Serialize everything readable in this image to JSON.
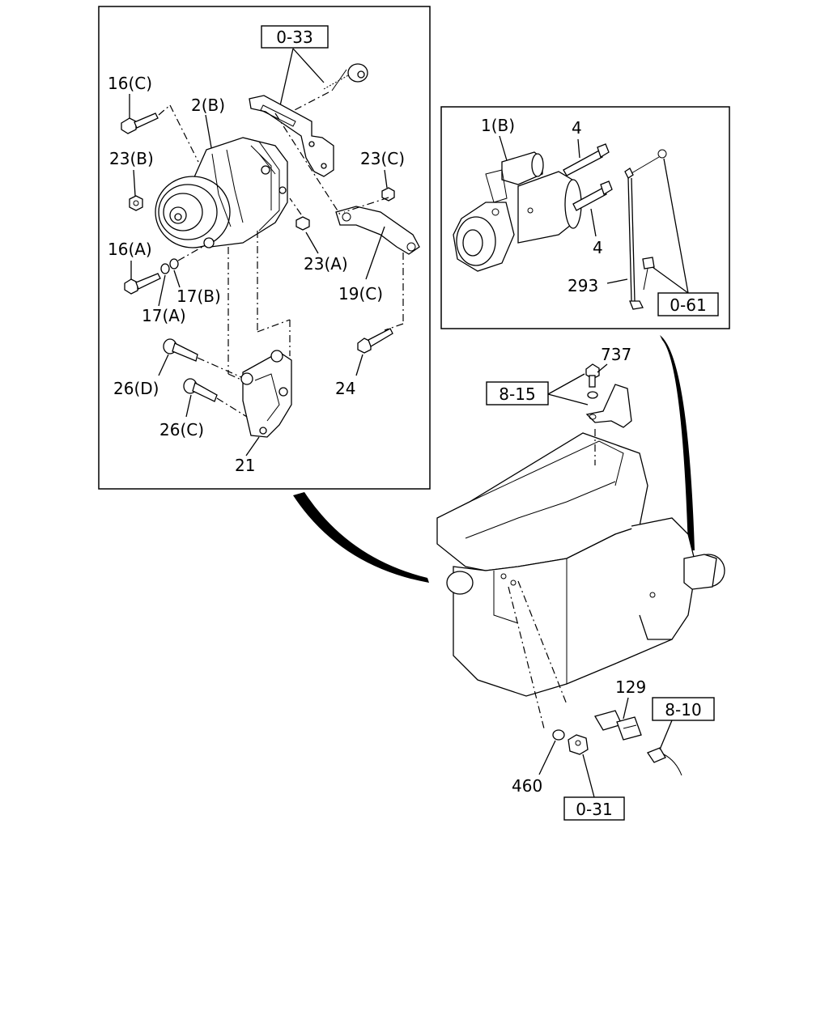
{
  "labels": {
    "alt_16c": "16(C)",
    "alt_2b": "2(B)",
    "alt_23b": "23(B)",
    "alt_23c": "23(C)",
    "alt_16a": "16(A)",
    "alt_23a": "23(A)",
    "alt_17b": "17(B)",
    "alt_17a": "17(A)",
    "alt_19c": "19(C)",
    "alt_26d": "26(D)",
    "alt_24": "24",
    "alt_26c": "26(C)",
    "alt_21": "21",
    "st_1b": "1(B)",
    "st_4a": "4",
    "st_4b": "4",
    "st_293": "293",
    "eng_737": "737",
    "eng_129": "129",
    "eng_460": "460"
  },
  "refs": {
    "ref_033": "0-33",
    "ref_061": "0-61",
    "ref_815": "8-15",
    "ref_810": "8-10",
    "ref_031": "0-31"
  }
}
